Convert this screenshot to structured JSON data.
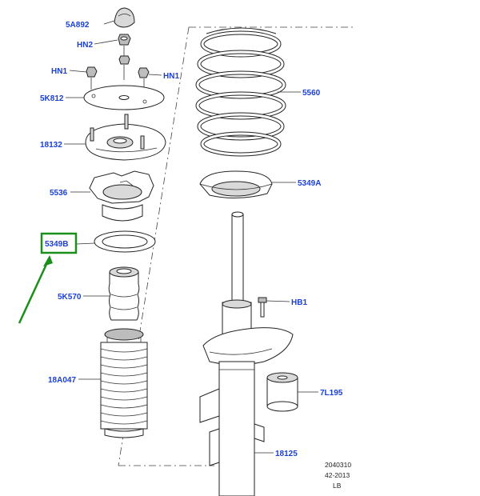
{
  "callouts": {
    "c5A892": "5A892",
    "cHN2": "HN2",
    "cHN1_left": "HN1",
    "cHN1_right": "HN1",
    "c5K812": "5K812",
    "c18132": "18132",
    "c5536": "5536",
    "c5349B": "5349B",
    "c5K570": "5K570",
    "c18A047": "18A047",
    "c5560": "5560",
    "c5349A": "5349A",
    "cHB1": "HB1",
    "c7L195": "7L195",
    "c18125": "18125"
  },
  "reference": {
    "line1": "2040310",
    "line2": "42-2013",
    "line3": "LB"
  },
  "highlight": {
    "target": "5349B",
    "color": "#1a8f1a"
  },
  "colors": {
    "callout_text": "#1a3fd6",
    "linework": "#222222",
    "part_shade": "#d9d9d9"
  }
}
